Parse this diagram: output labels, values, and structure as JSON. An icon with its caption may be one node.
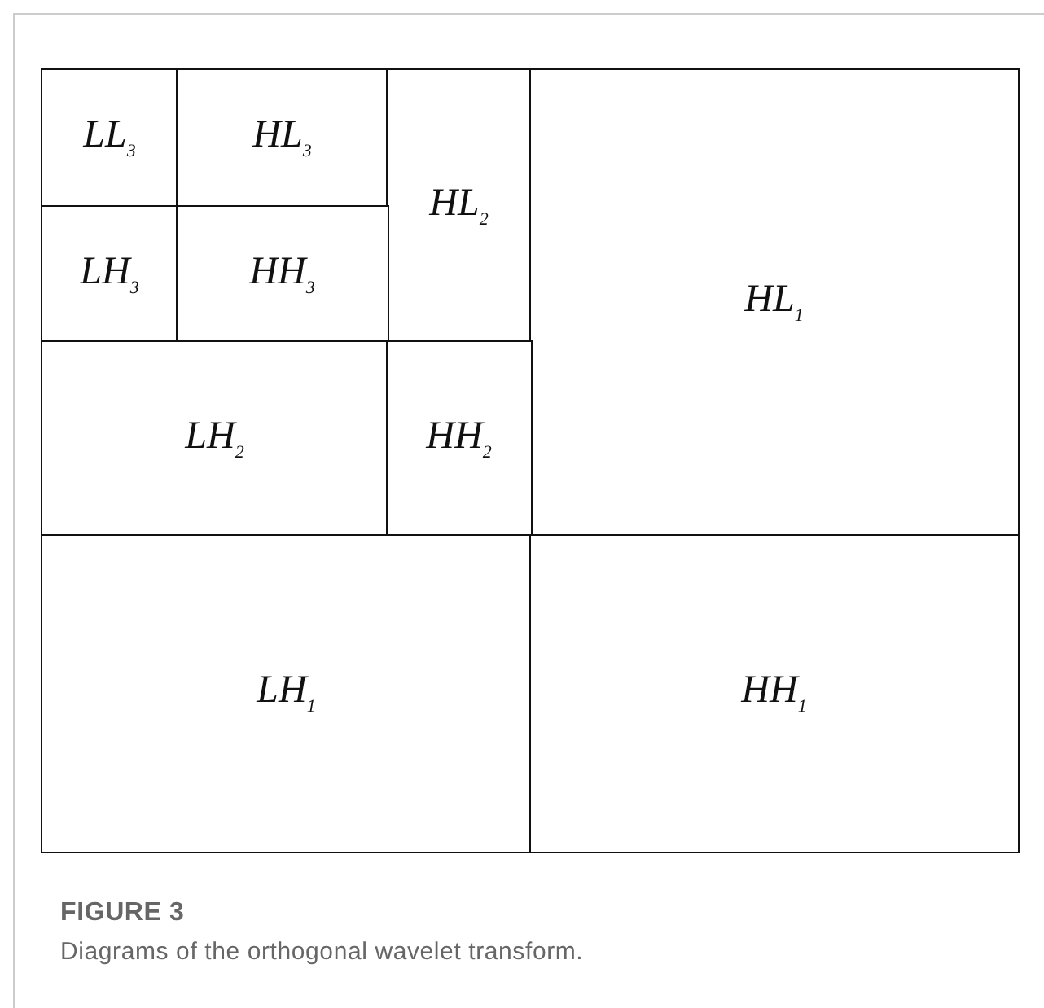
{
  "diagram": {
    "title": "FIGURE 3",
    "caption": "Diagrams of the orthogonal wavelet transform.",
    "nodes": [
      {
        "text": [
          "LL$_{3}$"
        ]
      },
      {
        "text": [
          "HL$_{3}$"
        ]
      },
      {
        "text": [
          "HL$_{2}$"
        ]
      },
      {
        "text": [
          "HL$_{1}$"
        ]
      },
      {
        "text": [
          "LH$_{3}$"
        ]
      },
      {
        "text": [
          "HH$_{3}$"
        ]
      },
      {
        "text": [
          "LH$_{2}$"
        ]
      },
      {
        "text": [
          "HH$_{2}$"
        ]
      },
      {
        "text": [
          "LH$_{1}$"
        ]
      },
      {
        "text": [
          "HH$_{1}$"
        ]
      }
    ],
    "edges": []
  }
}
